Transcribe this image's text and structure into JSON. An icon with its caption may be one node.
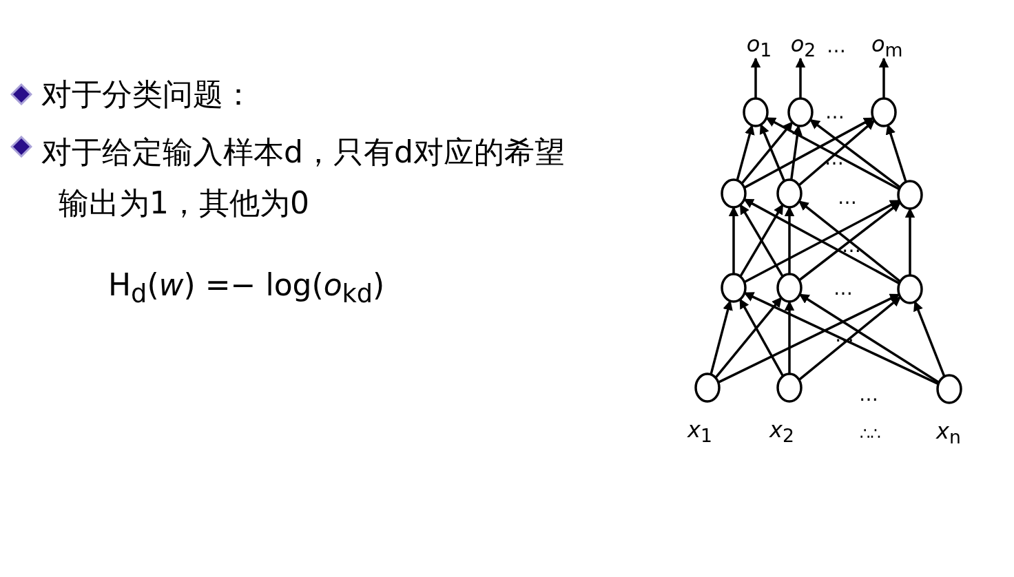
{
  "diagram": {
    "nodes": [
      {
        "text": [],
        "shape": "circle"
      },
      {
        "text": [],
        "shape": "circle"
      },
      {
        "text": [],
        "shape": "circle"
      },
      {
        "text": [],
        "shape": "circle"
      },
      {
        "text": [],
        "shape": "circle"
      },
      {
        "text": [],
        "shape": "circle"
      },
      {
        "text": [],
        "shape": "circle"
      },
      {
        "text": [],
        "shape": "circle"
      },
      {
        "text": [],
        "shape": "circle"
      },
      {
        "text": [],
        "shape": "circle",
        "beside": [
          "*x*$_{1}$"
        ]
      },
      {
        "text": [],
        "shape": "circle",
        "beside": [
          "*x*$_{2}$"
        ]
      },
      {
        "text": [],
        "shape": "circle",
        "beside": [
          "*x*$_{n}$"
        ]
      },
      {
        "text": [
          "*o*$_{1}$"
        ]
      },
      {
        "text": [
          "*o*$_{2}$"
        ]
      },
      {
        "text": [
          "*o*$_{m}$"
        ]
      }
    ],
    "edges": [
      {
        "from": 9,
        "to": 6,
        "arrow": "to"
      },
      {
        "from": 9,
        "to": 7,
        "arrow": "to"
      },
      {
        "from": 9,
        "to": 8,
        "arrow": "to"
      },
      {
        "from": 10,
        "to": 6,
        "arrow": "to"
      },
      {
        "from": 10,
        "to": 7,
        "arrow": "to"
      },
      {
        "from": 10,
        "to": 8,
        "arrow": "to"
      },
      {
        "from": 11,
        "to": 6,
        "arrow": "to"
      },
      {
        "from": 11,
        "to": 7,
        "arrow": "to"
      },
      {
        "from": 11,
        "to": 8,
        "arrow": "to"
      },
      {
        "from": 6,
        "to": 3,
        "arrow": "to"
      },
      {
        "from": 6,
        "to": 4,
        "arrow": "to"
      },
      {
        "from": 6,
        "to": 5,
        "arrow": "to"
      },
      {
        "from": 7,
        "to": 3,
        "arrow": "to"
      },
      {
        "from": 7,
        "to": 4,
        "arrow": "to"
      },
      {
        "from": 7,
        "to": 5,
        "arrow": "to"
      },
      {
        "from": 8,
        "to": 3,
        "arrow": "to"
      },
      {
        "from": 8,
        "to": 4,
        "arrow": "to"
      },
      {
        "from": 8,
        "to": 5,
        "arrow": "to"
      },
      {
        "from": 3,
        "to": 0,
        "arrow": "to"
      },
      {
        "from": 3,
        "to": 1,
        "arrow": "to"
      },
      {
        "from": 3,
        "to": 2,
        "arrow": "to"
      },
      {
        "from": 4,
        "to": 0,
        "arrow": "to"
      },
      {
        "from": 4,
        "to": 1,
        "arrow": "to"
      },
      {
        "from": 4,
        "to": 2,
        "arrow": "to"
      },
      {
        "from": 5,
        "to": 0,
        "arrow": "to"
      },
      {
        "from": 5,
        "to": 1,
        "arrow": "to"
      },
      {
        "from": 5,
        "to": 2,
        "arrow": "to"
      },
      {
        "from": 0,
        "to": 12,
        "arrow": "to"
      },
      {
        "from": 1,
        "to": 13,
        "arrow": "to"
      },
      {
        "from": 2,
        "to": 14,
        "arrow": "to"
      }
    ],
    "labels": [
      "对于分类问题：",
      "对于给定输入样本d，只有d对应的希望输出为1，其他为0",
      "H$_{d}$(*w*) =− log(*o*$_{kd}$)",
      "…",
      "…",
      "…",
      "…",
      "…",
      "…",
      "…",
      "…",
      "∴∴"
    ]
  }
}
